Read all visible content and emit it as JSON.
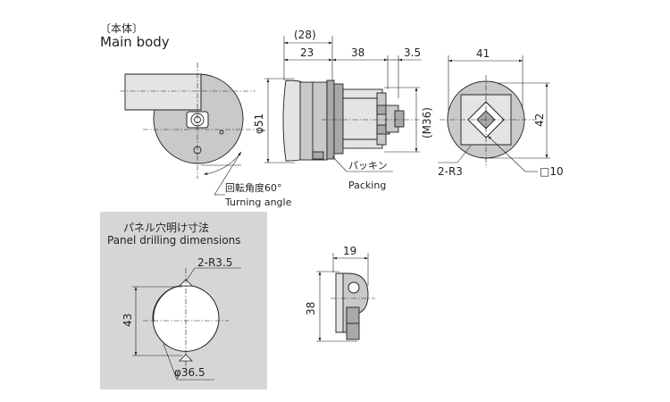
{
  "main_body": {
    "title_jp": "〔本体〕",
    "title_en": "Main body"
  },
  "side_view": {
    "dim_overall": "(28)",
    "dim_body": "23",
    "dim_shank": "38",
    "dim_tip": "3.5",
    "dim_diameter": "φ51",
    "dim_thread": "(M36)",
    "packing_jp": "パッキン",
    "packing_en": "Packing"
  },
  "end_view": {
    "dim_width": "41",
    "dim_height": "42",
    "dim_radius": "2-R3",
    "dim_square": "□10"
  },
  "front_view": {
    "turning_jp": "回転角度60°",
    "turning_en": "Turning angle"
  },
  "panel": {
    "title_jp": "パネル穴明け寸法",
    "title_en": "Panel drilling dimensions",
    "dim_radius": "2-R3.5",
    "dim_height": "43",
    "dim_diameter": "φ36.5",
    "fill_color": "#d6d6d6"
  },
  "key_view": {
    "dim_width": "19",
    "dim_height": "38"
  }
}
